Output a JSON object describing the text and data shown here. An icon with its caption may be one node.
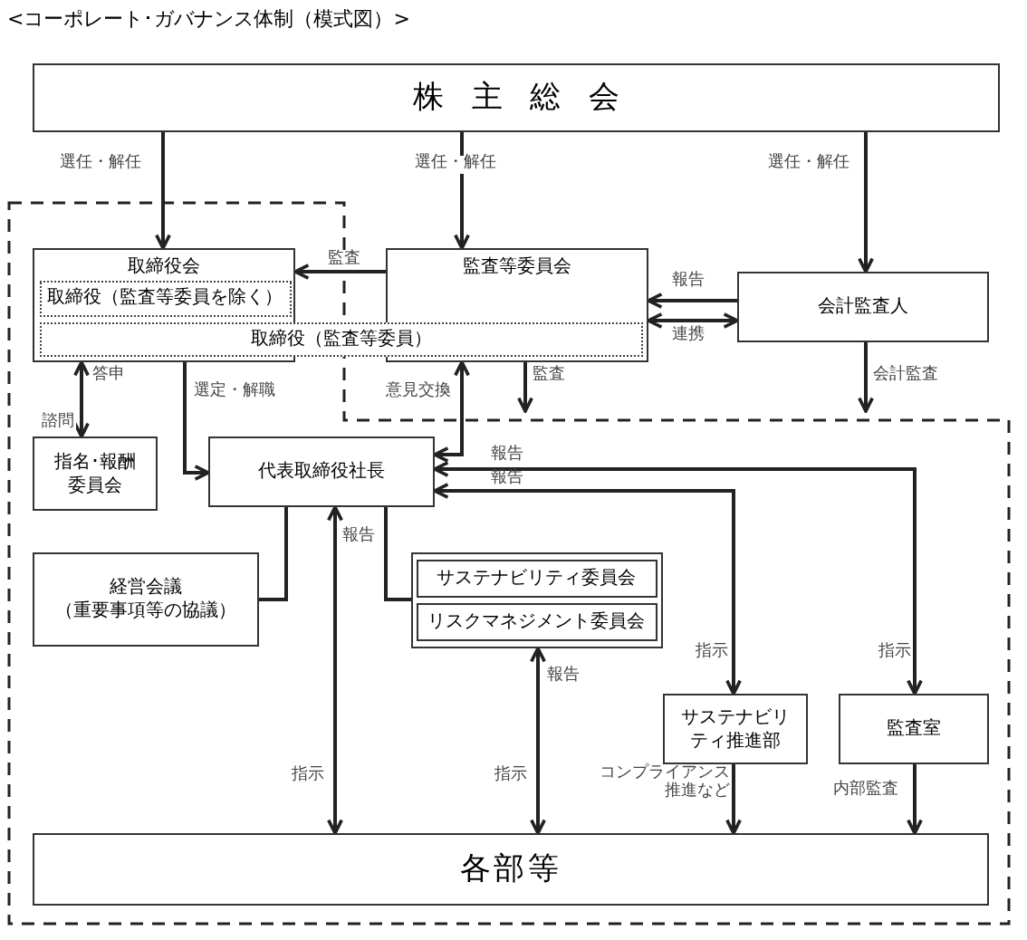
{
  "diagram": {
    "title": "<コーポレート･ガバナンス体制（模式図）>",
    "nodes": [
      {
        "text": [
          "株主総会"
        ]
      },
      {
        "text": [
          "取締役会"
        ]
      },
      {
        "text": [
          "取締役（監査等委員を除く）"
        ],
        "in": 1
      },
      {
        "text": [
          "監査等委員会"
        ]
      },
      {
        "text": [
          "取締役（監査等委員）"
        ]
      },
      {
        "text": [
          "会計監査人"
        ]
      },
      {
        "text": [
          "指名･報酬委員会"
        ]
      },
      {
        "text": [
          "代表取締役社長"
        ]
      },
      {
        "text": [
          "経営会議（重要事項等の協議）"
        ]
      },
      {
        "text": [],
        "shape": "box"
      },
      {
        "text": [
          "サステナビリティ委員会"
        ],
        "in": 9
      },
      {
        "text": [
          "リスクマネジメント委員会"
        ],
        "in": 9
      },
      {
        "text": [
          "サステナビリティ推進部"
        ]
      },
      {
        "text": [
          "監査室"
        ]
      },
      {
        "text": [
          "各部等"
        ]
      }
    ],
    "edges": [
      {
        "from": 0,
        "to": 1,
        "arrow": "to",
        "label": "選任・解任"
      },
      {
        "from": 0,
        "to": 3,
        "arrow": "to",
        "label": "選任・解任"
      },
      {
        "from": 0,
        "to": 5,
        "arrow": "to",
        "label": "選任・解任"
      },
      {
        "from": 3,
        "to": 1,
        "arrow": "to",
        "label": "監査"
      },
      {
        "from": 5,
        "to": 3,
        "arrow": "to",
        "label": "報告"
      },
      {
        "from": 3,
        "to": 5,
        "arrow": "both",
        "label": "連携"
      },
      {
        "from": 5,
        "to": null,
        "arrow": "to",
        "label": "会計監査"
      },
      {
        "from": 3,
        "to": null,
        "arrow": "to",
        "label": "監査"
      },
      {
        "from": 1,
        "to": 6,
        "arrow": "both",
        "label": "答申"
      },
      {
        "from": 1,
        "to": 7,
        "arrow": "to",
        "label": "選定・解職"
      },
      {
        "from": 7,
        "to": 3,
        "arrow": "both",
        "label": "意見交換"
      },
      {
        "from": 7,
        "to": 13,
        "arrow": "both",
        "label": "報告"
      },
      {
        "from": 7,
        "to": 12,
        "arrow": "both",
        "label": "報告"
      },
      {
        "from": 7,
        "to": 14,
        "arrow": "both",
        "label": "報告"
      },
      {
        "from": 7,
        "to": 8,
        "arrow": "none"
      },
      {
        "from": 7,
        "to": 9,
        "arrow": "none"
      },
      {
        "from": 9,
        "to": 14,
        "arrow": "both",
        "label": "報告"
      },
      {
        "from": 12,
        "to": 14,
        "arrow": "to",
        "label": "コンプライアンス推進など"
      },
      {
        "from": 13,
        "to": 14,
        "arrow": "to",
        "label": "内部監査"
      }
    ],
    "labels": [
      "諮問",
      "指示",
      "指示",
      "指示",
      "指示"
    ]
  }
}
